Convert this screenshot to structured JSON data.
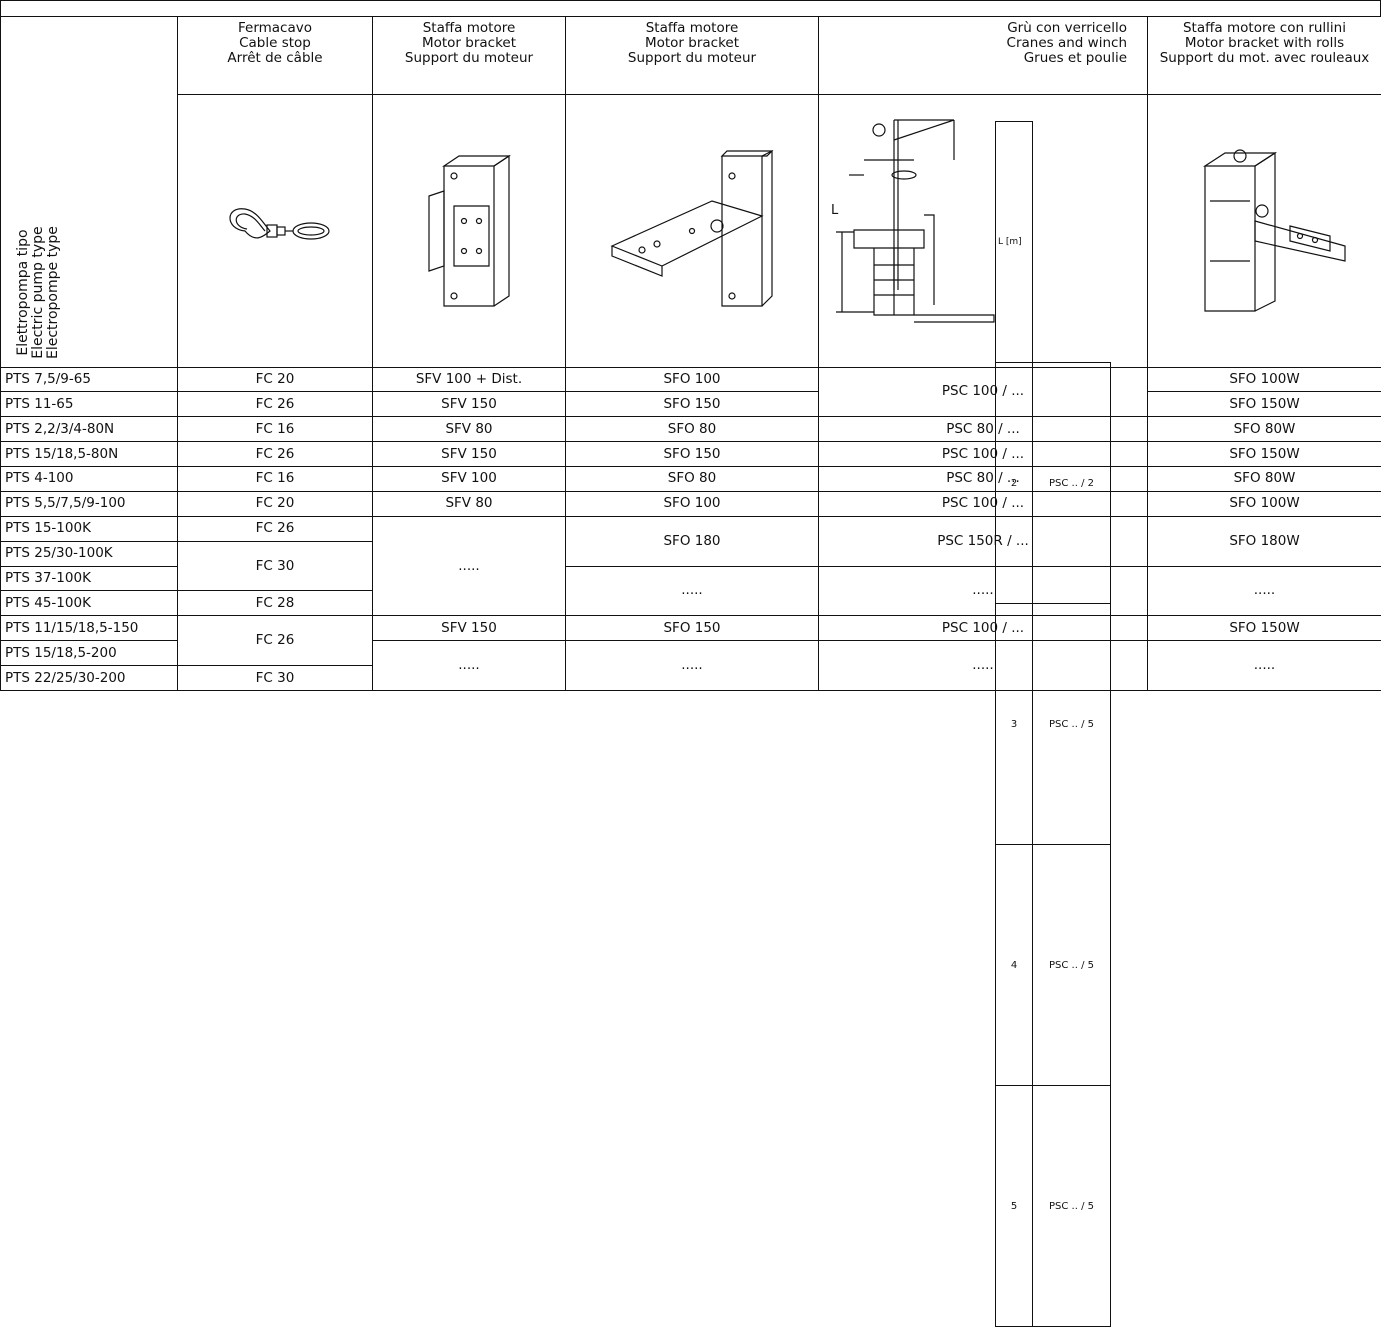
{
  "header": {
    "type_lines": [
      "Elettropompa tipo",
      "Electric pump type",
      "Electropompe type"
    ],
    "col_fc": [
      "Fermacavo",
      "Cable stop",
      "Arrêt de câble"
    ],
    "col_sfv": [
      "Staffa motore",
      "Motor bracket",
      "Support du moteur"
    ],
    "col_sfo": [
      "Staffa motore",
      "Motor bracket",
      "Support du moteur"
    ],
    "col_psc": [
      "Grù con verricello",
      "Cranes and winch",
      "Grues et poulie"
    ],
    "col_sfow": [
      "Staffa motore con rullini",
      "Motor bracket with rolls",
      "Support du mot. avec rouleaux"
    ]
  },
  "crane_table": {
    "header": "L  [m]",
    "rows": [
      {
        "l": "2",
        "code": "PSC .. / 2"
      },
      {
        "l": "3",
        "code": "PSC .. / 5"
      },
      {
        "l": "4",
        "code": "PSC .. / 5"
      },
      {
        "l": "5",
        "code": "PSC .. / 5"
      }
    ],
    "dim_label": "L"
  },
  "rows": [
    {
      "model": "PTS 7,5/9-65",
      "fc": "FC 20",
      "sfv": "SFV 100 + Dist.",
      "sfo": "SFO 100",
      "psc": "PSC 100 / ...",
      "sfow": "SFO 100W"
    },
    {
      "model": "PTS 11-65",
      "fc": "FC 26",
      "sfv": "SFV 150",
      "sfo": "SFO 150",
      "sfow": "SFO 150W"
    },
    {
      "model": "PTS 2,2/3/4-80N",
      "fc": "FC 16",
      "sfv": "SFV 80",
      "sfo": "SFO 80",
      "psc": "PSC 80 / ...",
      "sfow": "SFO 80W"
    },
    {
      "model": "PTS 15/18,5-80N",
      "fc": "FC 26",
      "sfv": "SFV 150",
      "sfo": "SFO 150",
      "psc": "PSC 100 / ...",
      "sfow": "SFO 150W"
    },
    {
      "model": "PTS 4-100",
      "fc": "FC 16",
      "sfv": "SFV 100",
      "sfo": "SFO 80",
      "psc": "PSC 80 / ...",
      "sfow": "SFO 80W"
    },
    {
      "model": "PTS 5,5/7,5/9-100",
      "fc": "FC 20",
      "sfv": "SFV 80",
      "sfo": "SFO 100",
      "psc": "PSC 100 / ...",
      "sfow": "SFO 100W"
    },
    {
      "model": "PTS 15-100K",
      "fc": "FC 26",
      "sfv": ".....",
      "sfo": "SFO 180",
      "psc": "PSC 150R / ...",
      "sfow": "SFO 180W"
    },
    {
      "model": "PTS 25/30-100K",
      "fc": "FC 30"
    },
    {
      "model": "PTS 37-100K",
      "sfo": ".....",
      "psc": ".....",
      "sfow": "....."
    },
    {
      "model": "PTS 45-100K",
      "fc": "FC 28"
    },
    {
      "model": "PTS 11/15/18,5-150",
      "fc": "FC 26",
      "sfv": "SFV 150",
      "sfo": "SFO 150",
      "psc": "PSC 100 / ...",
      "sfow": "SFO 150W"
    },
    {
      "model": "PTS 15/18,5-200",
      "sfv": ".....",
      "sfo": ".....",
      "psc": ".....",
      "sfow": "....."
    },
    {
      "model": "PTS 22/25/30-200",
      "fc": "FC 30"
    }
  ]
}
